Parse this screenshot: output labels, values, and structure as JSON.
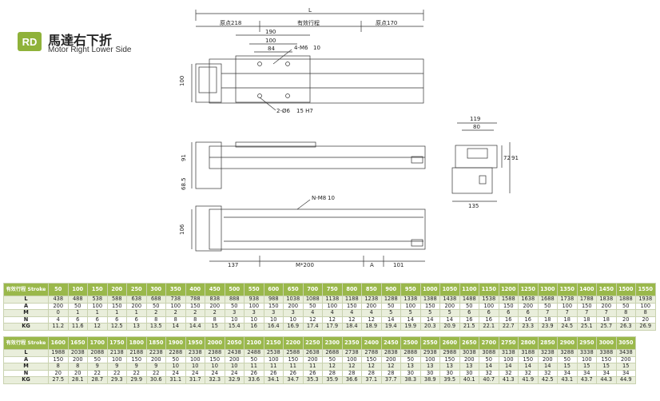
{
  "header": {
    "badge": "RD",
    "title_cn": "馬達右下折",
    "title_en": "Motor Right Lower Side"
  },
  "drawing": {
    "top_view": {
      "L": "L",
      "origin_left": "原点218",
      "stroke": "有效行程",
      "origin_right": "原点170",
      "dim_190": "190",
      "dim_100": "100",
      "dim_84": "84",
      "hole_note": "4-M6",
      "depth_note": "10",
      "pin_note": "2-Ø6",
      "pin_depth": "15 H7",
      "height_100": "100"
    },
    "side_view": {
      "h91": "91",
      "h68": "68.5"
    },
    "end_view": {
      "w119": "119",
      "w80": "80",
      "h72": "72",
      "h91": "91",
      "w135": "135"
    },
    "bottom_view": {
      "n_note": "N-M8",
      "n_depth": "10",
      "h106": "106",
      "d137": "137",
      "pitch": "M*200",
      "a": "A",
      "d101": "101"
    }
  },
  "table1": {
    "header_label": "有效行程 Stroke",
    "strokes": [
      "50",
      "100",
      "150",
      "200",
      "250",
      "300",
      "350",
      "400",
      "450",
      "500",
      "550",
      "600",
      "650",
      "700",
      "750",
      "800",
      "850",
      "900",
      "950",
      "1000",
      "1050",
      "1100",
      "1150",
      "1200",
      "1250",
      "1300",
      "1350",
      "1400",
      "1450",
      "1500",
      "1550"
    ],
    "rows": [
      {
        "label": "L",
        "values": [
          "438",
          "488",
          "538",
          "588",
          "638",
          "688",
          "738",
          "788",
          "838",
          "888",
          "938",
          "988",
          "1038",
          "1088",
          "1138",
          "1188",
          "1238",
          "1288",
          "1338",
          "1388",
          "1438",
          "1488",
          "1538",
          "1588",
          "1638",
          "1688",
          "1738",
          "1788",
          "1838",
          "1888",
          "1938"
        ]
      },
      {
        "label": "A",
        "values": [
          "200",
          "50",
          "100",
          "150",
          "200",
          "50",
          "100",
          "150",
          "200",
          "50",
          "100",
          "150",
          "200",
          "50",
          "100",
          "150",
          "200",
          "50",
          "100",
          "150",
          "200",
          "50",
          "100",
          "150",
          "200",
          "50",
          "100",
          "150",
          "200",
          "50",
          "100"
        ]
      },
      {
        "label": "M",
        "values": [
          "0",
          "1",
          "1",
          "1",
          "1",
          "2",
          "2",
          "2",
          "2",
          "3",
          "3",
          "3",
          "3",
          "4",
          "4",
          "4",
          "4",
          "5",
          "5",
          "5",
          "5",
          "6",
          "6",
          "6",
          "6",
          "7",
          "7",
          "7",
          "7",
          "8",
          "8"
        ]
      },
      {
        "label": "N",
        "values": [
          "4",
          "6",
          "6",
          "6",
          "6",
          "8",
          "8",
          "8",
          "8",
          "10",
          "10",
          "10",
          "10",
          "12",
          "12",
          "12",
          "12",
          "14",
          "14",
          "14",
          "14",
          "16",
          "16",
          "16",
          "16",
          "18",
          "18",
          "18",
          "18",
          "20",
          "20"
        ]
      },
      {
        "label": "KG",
        "values": [
          "11.2",
          "11.6",
          "12",
          "12.5",
          "13",
          "13.5",
          "14",
          "14.4",
          "15",
          "15.4",
          "16",
          "16.4",
          "16.9",
          "17.4",
          "17.9",
          "18.4",
          "18.9",
          "19.4",
          "19.9",
          "20.3",
          "20.9",
          "21.5",
          "22.1",
          "22.7",
          "23.3",
          "23.9",
          "24.5",
          "25.1",
          "25.7",
          "26.3",
          "26.9"
        ]
      }
    ]
  },
  "table2": {
    "header_label": "有效行程 Stroke",
    "strokes": [
      "1600",
      "1650",
      "1700",
      "1750",
      "1800",
      "1850",
      "1900",
      "1950",
      "2000",
      "2050",
      "2100",
      "2150",
      "2200",
      "2250",
      "2300",
      "2350",
      "2400",
      "2450",
      "2500",
      "2550",
      "2600",
      "2650",
      "2700",
      "2750",
      "2800",
      "2850",
      "2900",
      "2950",
      "3000",
      "3050"
    ],
    "rows": [
      {
        "label": "L",
        "values": [
          "1988",
          "2038",
          "2088",
          "2138",
          "2188",
          "2238",
          "2288",
          "2338",
          "2388",
          "2438",
          "2488",
          "2538",
          "2588",
          "2638",
          "2688",
          "2738",
          "2788",
          "2838",
          "2888",
          "2938",
          "2988",
          "3038",
          "3088",
          "3138",
          "3188",
          "3238",
          "3288",
          "3338",
          "3388",
          "3438"
        ]
      },
      {
        "label": "A",
        "values": [
          "150",
          "200",
          "50",
          "100",
          "150",
          "200",
          "50",
          "100",
          "150",
          "200",
          "50",
          "100",
          "150",
          "200",
          "50",
          "100",
          "150",
          "200",
          "50",
          "100",
          "150",
          "200",
          "50",
          "100",
          "150",
          "200",
          "50",
          "100",
          "150",
          "200"
        ]
      },
      {
        "label": "M",
        "values": [
          "8",
          "8",
          "9",
          "9",
          "9",
          "9",
          "10",
          "10",
          "10",
          "10",
          "11",
          "11",
          "11",
          "11",
          "12",
          "12",
          "12",
          "12",
          "13",
          "13",
          "13",
          "13",
          "14",
          "14",
          "14",
          "14",
          "15",
          "15",
          "15",
          "15"
        ]
      },
      {
        "label": "N",
        "values": [
          "20",
          "20",
          "22",
          "22",
          "22",
          "22",
          "24",
          "24",
          "24",
          "24",
          "26",
          "26",
          "26",
          "26",
          "28",
          "28",
          "28",
          "28",
          "30",
          "30",
          "30",
          "30",
          "32",
          "32",
          "32",
          "32",
          "34",
          "34",
          "34",
          "34"
        ]
      },
      {
        "label": "KG",
        "values": [
          "27.5",
          "28.1",
          "28.7",
          "29.3",
          "29.9",
          "30.6",
          "31.1",
          "31.7",
          "32.3",
          "32.9",
          "33.6",
          "34.1",
          "34.7",
          "35.3",
          "35.9",
          "36.6",
          "37.1",
          "37.7",
          "38.3",
          "38.9",
          "39.5",
          "40.1",
          "40.7",
          "41.3",
          "41.9",
          "42.5",
          "43.1",
          "43.7",
          "44.3",
          "44.9"
        ]
      }
    ]
  }
}
